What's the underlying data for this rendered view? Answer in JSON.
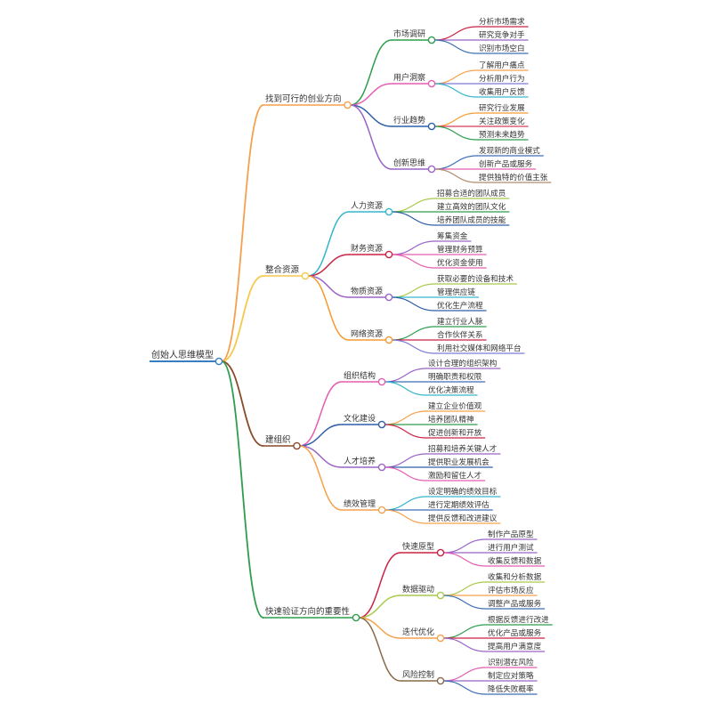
{
  "root": {
    "label": "创始人思维模型",
    "color": "#3a7ec2"
  },
  "branches": [
    {
      "label": "找到可行的创业方向",
      "color": "#f5a14b",
      "children": [
        {
          "label": "市场调研",
          "color": "#2e9e4e",
          "leaves": [
            {
              "label": "分析市场需求",
              "color": "#cc2244"
            },
            {
              "label": "研究竞争对手",
              "color": "#9a63c7"
            },
            {
              "label": "识别市场空白",
              "color": "#3c6fb5"
            }
          ]
        },
        {
          "label": "用户洞察",
          "color": "#e55db1",
          "leaves": [
            {
              "label": "了解用户痛点",
              "color": "#f5a14b"
            },
            {
              "label": "分析用户行为",
              "color": "#7b7bd6"
            },
            {
              "label": "收集用户反馈",
              "color": "#35b6c9"
            }
          ]
        },
        {
          "label": "行业趋势",
          "color": "#2f5fa8",
          "leaves": [
            {
              "label": "研究行业发展",
              "color": "#f59b30"
            },
            {
              "label": "关注政策变化",
              "color": "#d63b5a"
            },
            {
              "label": "预测未来趋势",
              "color": "#2e9e4e"
            }
          ]
        },
        {
          "label": "创新思维",
          "color": "#9a63c7",
          "leaves": [
            {
              "label": "发现新的商业模式",
              "color": "#3c6fb5"
            },
            {
              "label": "创新产品或服务",
              "color": "#e55db1"
            },
            {
              "label": "提供独特的价值主张",
              "color": "#b08a6a"
            }
          ]
        }
      ]
    },
    {
      "label": "整合资源",
      "color": "#f5c94b",
      "children": [
        {
          "label": "人力资源",
          "color": "#35b6c9",
          "leaves": [
            {
              "label": "招募合适的团队成员",
              "color": "#a8c94a"
            },
            {
              "label": "建立高效的团队文化",
              "color": "#2e9e4e"
            },
            {
              "label": "培养团队成员的技能",
              "color": "#2f5fa8"
            }
          ]
        },
        {
          "label": "财务资源",
          "color": "#cc2244",
          "leaves": [
            {
              "label": "筹集资金",
              "color": "#9a63c7"
            },
            {
              "label": "管理财务预算",
              "color": "#e55db1"
            },
            {
              "label": "优化资金使用",
              "color": "#e55db1"
            }
          ]
        },
        {
          "label": "物质资源",
          "color": "#9a63c7",
          "leaves": [
            {
              "label": "获取必要的设备和技术",
              "color": "#a8c94a"
            },
            {
              "label": "管理供应链",
              "color": "#35b6c9"
            },
            {
              "label": "优化生产流程",
              "color": "#2f5fa8"
            }
          ]
        },
        {
          "label": "网络资源",
          "color": "#f59b30",
          "leaves": [
            {
              "label": "建立行业人脉",
              "color": "#2e9e4e"
            },
            {
              "label": "合作伙伴关系",
              "color": "#cc2244"
            },
            {
              "label": "利用社交媒体和网络平台",
              "color": "#7b7bd6"
            }
          ]
        }
      ]
    },
    {
      "label": "建组织",
      "color": "#8a4a2a",
      "children": [
        {
          "label": "组织结构",
          "color": "#e55db1",
          "leaves": [
            {
              "label": "设计合理的组织架构",
              "color": "#9a63c7"
            },
            {
              "label": "明确职责和权限",
              "color": "#3c6fb5"
            },
            {
              "label": "优化决策流程",
              "color": "#35b6c9"
            }
          ]
        },
        {
          "label": "文化建设",
          "color": "#2f5fa8",
          "leaves": [
            {
              "label": "建立企业价值观",
              "color": "#f5a14b"
            },
            {
              "label": "培养团队精神",
              "color": "#2e9e4e"
            },
            {
              "label": "促进创新和开放",
              "color": "#cc2244"
            }
          ]
        },
        {
          "label": "人才培养",
          "color": "#9a63c7",
          "leaves": [
            {
              "label": "招募和培养关键人才",
              "color": "#9a63c7"
            },
            {
              "label": "提供职业发展机会",
              "color": "#2f5fa8"
            },
            {
              "label": "激励和留住人才",
              "color": "#e55db1"
            }
          ]
        },
        {
          "label": "绩效管理",
          "color": "#f5a14b",
          "leaves": [
            {
              "label": "设定明确的绩效目标",
              "color": "#35b6c9"
            },
            {
              "label": "进行定期绩效评估",
              "color": "#3c6fb5"
            },
            {
              "label": "提供反馈和改进建议",
              "color": "#f5a14b"
            }
          ]
        }
      ]
    },
    {
      "label": "快速验证方向的重要性",
      "color": "#2e9e4e",
      "children": [
        {
          "label": "快速原型",
          "color": "#cc2244",
          "leaves": [
            {
              "label": "制作产品原型",
              "color": "#9a63c7"
            },
            {
              "label": "进行用户测试",
              "color": "#9a63c7"
            },
            {
              "label": "收集反馈和数据",
              "color": "#e55db1"
            }
          ]
        },
        {
          "label": "数据驱动",
          "color": "#a8c94a",
          "leaves": [
            {
              "label": "收集和分析数据",
              "color": "#a8c94a"
            },
            {
              "label": "评估市场反应",
              "color": "#f5a14b"
            },
            {
              "label": "调整产品或服务",
              "color": "#3c6fb5"
            }
          ]
        },
        {
          "label": "迭代优化",
          "color": "#f5a14b",
          "leaves": [
            {
              "label": "根据反馈进行改进",
              "color": "#2e9e4e"
            },
            {
              "label": "优化产品或服务",
              "color": "#cc2244"
            },
            {
              "label": "提高用户满意度",
              "color": "#9a63c7"
            }
          ]
        },
        {
          "label": "风险控制",
          "color": "#8a6a4a",
          "leaves": [
            {
              "label": "识别潜在风险",
              "color": "#e55db1"
            },
            {
              "label": "制定应对策略",
              "color": "#9a63c7"
            },
            {
              "label": "降低失败概率",
              "color": "#3c6fb5"
            }
          ]
        }
      ]
    }
  ]
}
